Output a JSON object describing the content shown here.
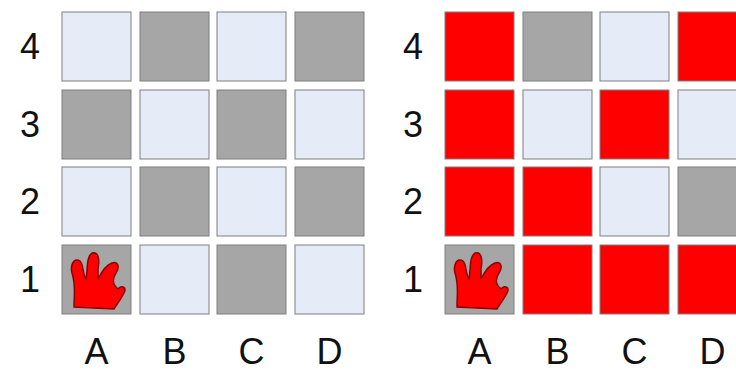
{
  "diagram": {
    "labels": [
      "4",
      "3",
      "2",
      "1",
      "A",
      "B",
      "C",
      "D",
      "4",
      "3",
      "2",
      "1",
      "A",
      "B",
      "C",
      "D"
    ]
  }
}
